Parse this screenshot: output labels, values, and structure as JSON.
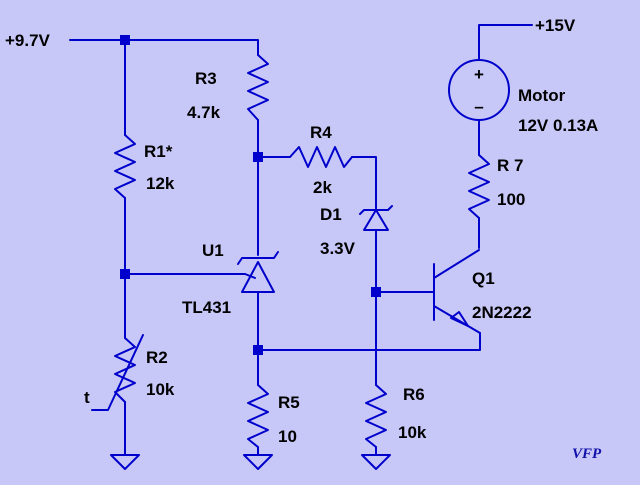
{
  "supply": {
    "main": "+9.7V",
    "motor": "+15V"
  },
  "components": {
    "r1": {
      "ref": "R1*",
      "value": "12k"
    },
    "r2": {
      "ref": "R2",
      "value": "10k",
      "marker": "t"
    },
    "r3": {
      "ref": "R3",
      "value": "4.7k"
    },
    "r4": {
      "ref": "R4",
      "value": "2k"
    },
    "r5": {
      "ref": "R5",
      "value": "10"
    },
    "r6": {
      "ref": "R6",
      "value": "10k"
    },
    "r7": {
      "ref": "R 7",
      "value": "100"
    },
    "u1": {
      "ref": "U1",
      "value": "TL431"
    },
    "d1": {
      "ref": "D1",
      "value": "3.3V"
    },
    "q1": {
      "ref": "Q1",
      "value": "2N2222"
    },
    "motor": {
      "ref": "Motor",
      "value": "12V 0.13A",
      "plus": "+",
      "minus": "–"
    }
  },
  "signature": "VFP"
}
